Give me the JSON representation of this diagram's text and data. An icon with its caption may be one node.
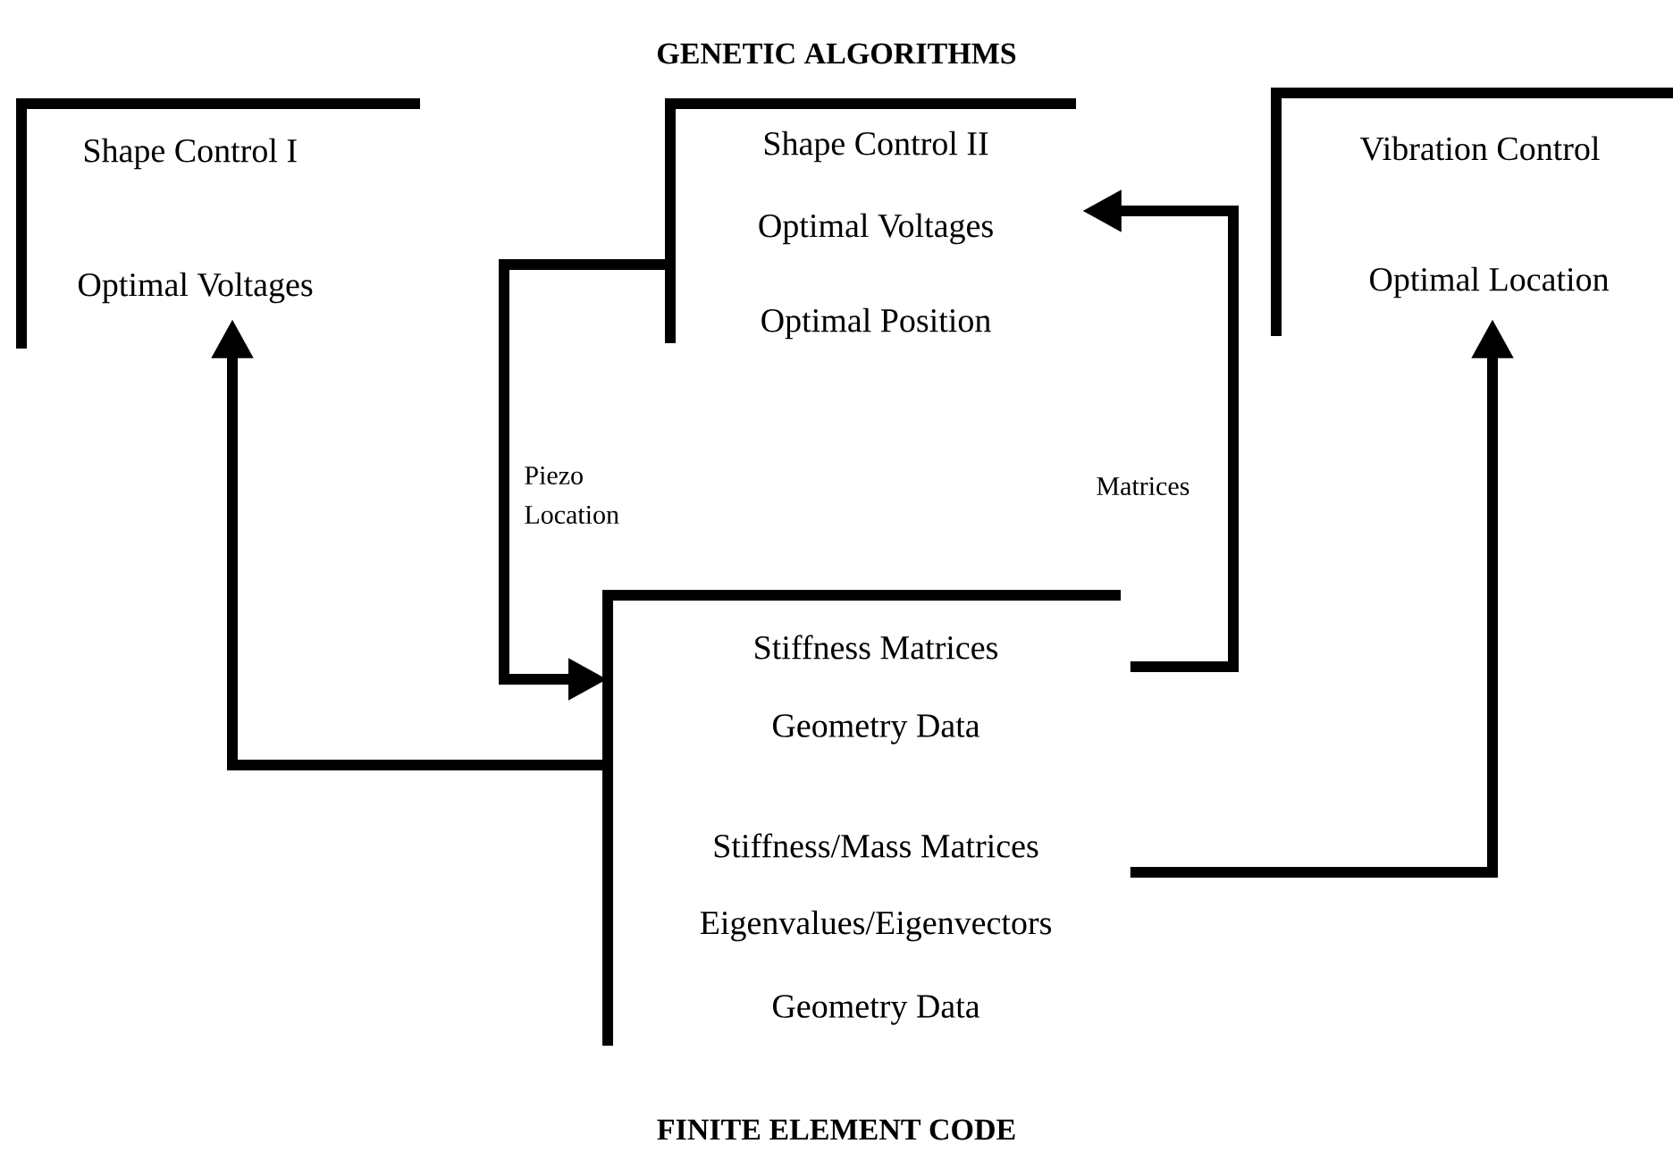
{
  "diagram": {
    "title": "GENETIC ALGORITHMS",
    "caption": "FINITE ELEMENT CODE",
    "nodes": [
      {
        "text": [
          "Shape Control I",
          "Optimal Voltages"
        ]
      },
      {
        "text": [
          "Shape Control II",
          "Optimal Voltages",
          "Optimal Position"
        ]
      },
      {
        "text": [
          "Vibration Control",
          "Optimal Location"
        ]
      },
      {
        "text": [
          "Stiffness Matrices",
          "Geometry Data",
          "Stiffness/Mass Matrices",
          "Eigenvalues/Eigenvectors",
          "Geometry Data"
        ]
      }
    ],
    "edges": [
      {
        "from": 3,
        "to": 0,
        "arrow": "to"
      },
      {
        "from": 1,
        "to": 3,
        "arrow": "to",
        "label": "Piezo Location"
      },
      {
        "from": 3,
        "to": 1,
        "arrow": "to",
        "label": "Matrices"
      },
      {
        "from": 3,
        "to": 2,
        "arrow": "to"
      }
    ]
  }
}
